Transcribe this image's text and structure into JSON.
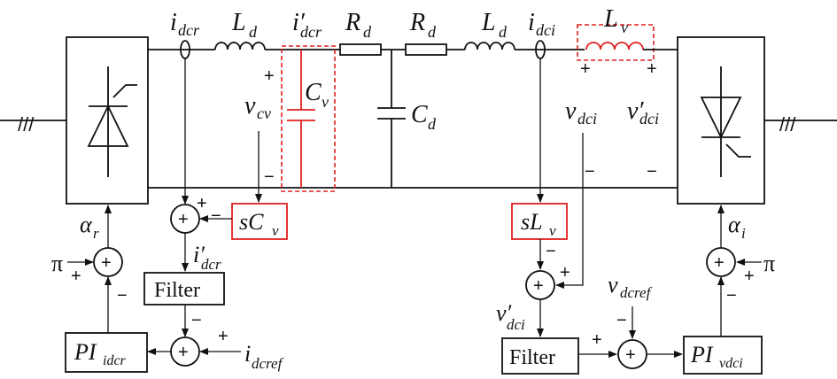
{
  "labels": {
    "i_dcr": "i",
    "i_dcr_sub": "dcr",
    "L_d_left": "L",
    "L_d_left_sub": "d",
    "i_dcr_prime": "i′",
    "i_dcr_prime_sub": "dcr",
    "R_d_left": "R",
    "R_d_left_sub": "d",
    "R_d_right": "R",
    "R_d_right_sub": "d",
    "L_d_right": "L",
    "L_d_right_sub": "d",
    "i_dci": "i",
    "i_dci_sub": "dci",
    "L_v": "L",
    "L_v_sub": "v",
    "C_v": "C",
    "C_v_sub": "v",
    "C_d": "C",
    "C_d_sub": "d",
    "v_cv": "v",
    "v_cv_sub": "cv",
    "v_dci": "v",
    "v_dci_sub": "dci",
    "v_dci_prime": "v′",
    "v_dci_prime_sub": "dci",
    "alpha_r": "α",
    "alpha_r_sub": "r",
    "alpha_i": "α",
    "alpha_i_sub": "i",
    "pi_left": "π",
    "pi_right": "π",
    "i_dcr_prime_fb": "i′",
    "i_dcr_prime_fb_sub": "dcr",
    "i_dcref": "i",
    "i_dcref_sub": "dcref",
    "v_dcref": "v",
    "v_dcref_sub": "dcref",
    "v_dci_prime_fb": "v′",
    "v_dci_prime_fb_sub": "dci"
  },
  "blocks": {
    "sCv_s": "sC",
    "sCv_sub": "v",
    "sLv_s": "sL",
    "sLv_sub": "v",
    "filter_left": "Filter",
    "filter_right": "Filter",
    "pi_idcr": "PI",
    "pi_idcr_sub": "idcr",
    "pi_vdci": "PI",
    "pi_vdci_sub": "vdci"
  },
  "signs": {
    "plus": "+",
    "minus": "−",
    "sum": "+",
    "ac_left": "///",
    "ac_right": "///"
  },
  "colors": {
    "wire": "#111111",
    "virtual_element": "#e02020"
  }
}
